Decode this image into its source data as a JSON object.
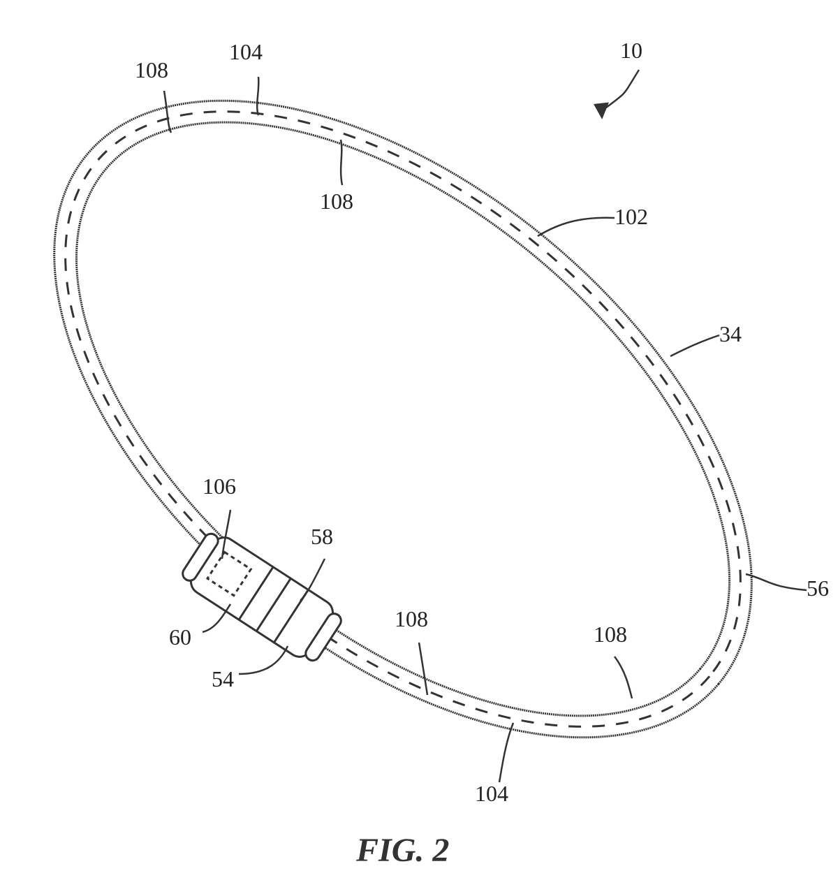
{
  "figure": {
    "caption": "FIG. 2"
  },
  "labels": {
    "device": "10",
    "light_top": "104",
    "channel_top_left": "108",
    "channel_top_inner": "108",
    "led_strip": "102",
    "ring_body": "34",
    "outer_edge": "56",
    "connector_inner": "106",
    "connector_band": "58",
    "connector_cavity": "60",
    "connector_end": "54",
    "channel_bottom_mid": "108",
    "channel_bottom_right": "108",
    "light_bottom": "104"
  }
}
